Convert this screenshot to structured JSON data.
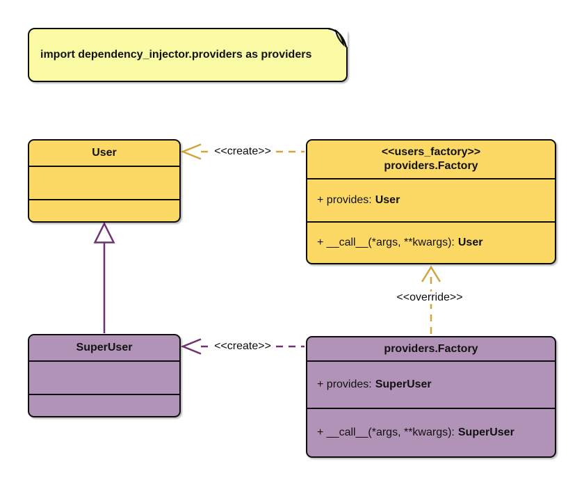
{
  "note": {
    "text": "import dependency_injector.providers as providers"
  },
  "classes": {
    "user": {
      "title": "User"
    },
    "users_factory": {
      "stereotype": "<<users_factory>>",
      "title": "providers.Factory",
      "members": {
        "provides_prefix": "+ provides:",
        "provides_type": "User",
        "call_prefix": "+ __call__(*args, **kwargs):",
        "call_type": "User"
      }
    },
    "super_user": {
      "title": "SuperUser"
    },
    "super_factory": {
      "title": "providers.Factory",
      "members": {
        "provides_prefix": "+ provides:",
        "provides_type": "SuperUser",
        "call_prefix": "+ __call__(*args, **kwargs):",
        "call_type": "SuperUser"
      }
    }
  },
  "edges": {
    "create_user": {
      "label": "<<create>>"
    },
    "create_super": {
      "label": "<<create>>"
    },
    "override": {
      "label": "<<override>>"
    }
  },
  "colors": {
    "class_yellow": "#FBD964",
    "class_purple": "#B293B8",
    "note_yellow": "#FBFBA6",
    "note_fold": "#DBDB92",
    "edge_gold": "#D2A43C",
    "edge_purple": "#6E3270",
    "border": "#0D0D0D",
    "text": "#111111",
    "background": "#FFFFFF"
  }
}
